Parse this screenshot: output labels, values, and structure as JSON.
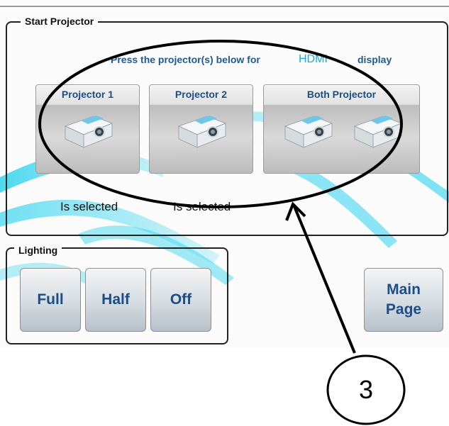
{
  "start_projector": {
    "legend": "Start Projector",
    "prompt_prefix": "Press the projector(s) below for",
    "prompt_source": "HDMI",
    "prompt_suffix": "display",
    "buttons": [
      {
        "label": "Projector 1",
        "icon": "projector-icon"
      },
      {
        "label": "Projector 2",
        "icon": "projector-icon"
      },
      {
        "label": "Both Projector",
        "icon": "projector-icon"
      }
    ],
    "status": [
      "Is selected",
      "Is selected"
    ]
  },
  "lighting": {
    "legend": "Lighting",
    "buttons": [
      "Full",
      "Half",
      "Off"
    ]
  },
  "main_page": {
    "line1": "Main",
    "line2": "Page"
  },
  "annotation": {
    "number": "3"
  },
  "colors": {
    "accent_text": "#1b4e86",
    "hdmi": "#1ba7e6",
    "swoosh": "#2fd3ee"
  }
}
